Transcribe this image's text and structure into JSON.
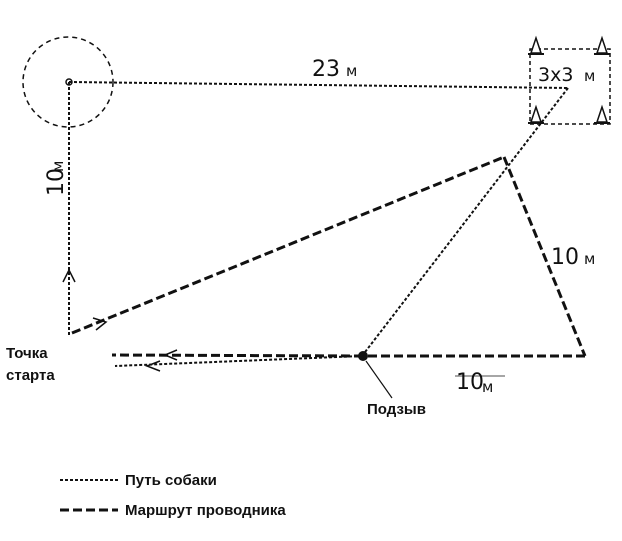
{
  "labels": {
    "distance_23_num": "23",
    "distance_23_unit": "м",
    "square_num": "3x3",
    "square_unit": "м",
    "left_num": "10",
    "left_unit": "м",
    "right_num": "10",
    "right_unit": "м",
    "bottom_num": "10",
    "bottom_unit": "м",
    "start_line1": "Точка",
    "start_line2": "старта",
    "recall": "Подзыв"
  },
  "legend": {
    "dog_path": "Путь собаки",
    "handler_route": "Маршрут проводника"
  },
  "colors": {
    "ink": "#111111",
    "background": "#ffffff"
  }
}
